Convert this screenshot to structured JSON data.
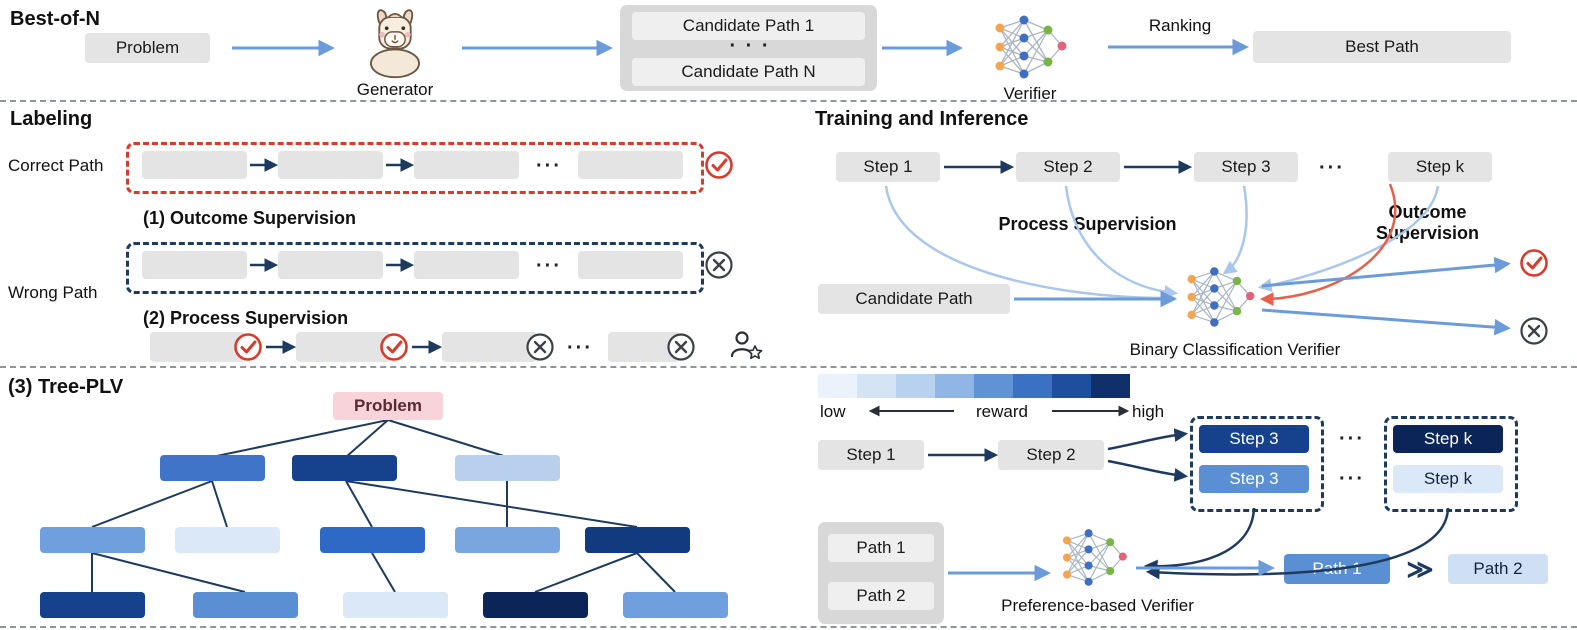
{
  "icons": {
    "generator": "llama-icon",
    "verifier": "neural-network-icon",
    "correct": "check-circle-icon",
    "wrong": "cross-circle-icon",
    "human": "person-star-icon"
  },
  "colors": {
    "arrow_blue": "#6b9bd9",
    "arrow_light_blue": "#a9c7ec",
    "arrow_navy": "#1e3a5f",
    "arrow_red": "#e8604c",
    "dashed_red": "#d93a2b",
    "dashed_navy": "#1e3a5f"
  },
  "best_of_n": {
    "title": "Best-of-N",
    "problem": "Problem",
    "generator": "Generator",
    "candidate_1": "Candidate Path 1",
    "dots": "· · ·",
    "candidate_n": "Candidate Path N",
    "verifier": "Verifier",
    "ranking": "Ranking",
    "best_path": "Best Path"
  },
  "labeling": {
    "title": "Labeling",
    "correct_path": "Correct Path",
    "wrong_path": "Wrong Path",
    "outcome_title": "(1) Outcome Supervision",
    "process_title": "(2) Process Supervision",
    "dots": "···"
  },
  "training": {
    "title": "Training and Inference",
    "steps": [
      "Step 1",
      "Step 2",
      "Step 3",
      "Step k"
    ],
    "dots": "···",
    "process_supervision": "Process Supervision",
    "outcome_supervision": "Outcome Supervision",
    "candidate_path": "Candidate Path",
    "caption": "Binary Classification Verifier"
  },
  "tree": {
    "title": "(3) Tree-PLV",
    "problem": "Problem",
    "problem_bg": "#f8d3da",
    "problem_fg": "#5a2a33",
    "l2_colors": [
      "#3f74c9",
      "#16418c",
      "#b9cfee"
    ],
    "l3_colors": [
      "#6f9fdd",
      "#dbe8f7",
      "#2e6ac5",
      "#7aa6e0",
      "#123a7e"
    ],
    "l4_colors": [
      "#16418c",
      "#5b8fd4",
      "#dbe8f7",
      "#0b2559",
      "#6f9fdd"
    ]
  },
  "inference": {
    "low": "low",
    "reward_label": "reward",
    "high": "high",
    "bar_colors": [
      "#eaf2fb",
      "#d4e4f5",
      "#b7d1ee",
      "#8fb6e4",
      "#5f93d6",
      "#3a71c2",
      "#1e4e9e",
      "#10306b"
    ],
    "step1": "Step 1",
    "step2": "Step 2",
    "dots": "···",
    "branch": {
      "top1": "Step 3",
      "top1_bg": "#16418c",
      "top2": "Step 3",
      "top2_bg": "#5b8fd4",
      "k1": "Step k",
      "k1_bg": "#0b2559",
      "k2": "Step k",
      "k2_bg": "#dbe8f7"
    },
    "path1": "Path 1",
    "path2": "Path 2",
    "caption": "Preference-based Verifier",
    "result_path1": "Path 1",
    "succ": "≫",
    "result_path2": "Path 2",
    "result1_bg": "#5b8fd4",
    "result2_bg": "#cfe0f5"
  }
}
